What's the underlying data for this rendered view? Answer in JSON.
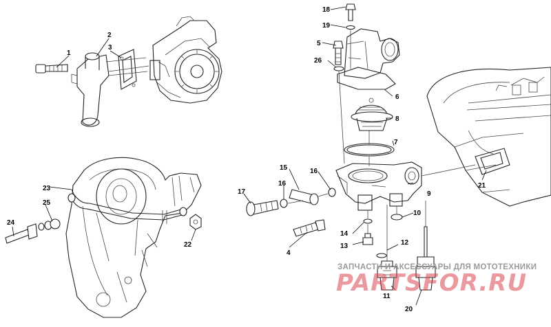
{
  "callouts": {
    "c1": "1",
    "c2": "2",
    "c3": "3",
    "c4": "4",
    "c5": "5",
    "c6": "6",
    "c7": "7",
    "c8": "8",
    "c9": "9",
    "c10": "10",
    "c11": "11",
    "c12": "12",
    "c13": "13",
    "c14": "14",
    "c15": "15",
    "c16a": "16",
    "c16b": "16",
    "c17": "17",
    "c18": "18",
    "c19": "19",
    "c20": "20",
    "c21": "21",
    "c22": "22",
    "c23": "23",
    "c24": "24",
    "c25": "25",
    "c26": "26"
  },
  "watermark": {
    "caption": "ЗАПЧАСТИ И АКСЕССУАРЫ ДЛЯ МОТОТЕХНИКИ",
    "logo": "PARTSFOR.RU",
    "color": "#d9454e"
  }
}
